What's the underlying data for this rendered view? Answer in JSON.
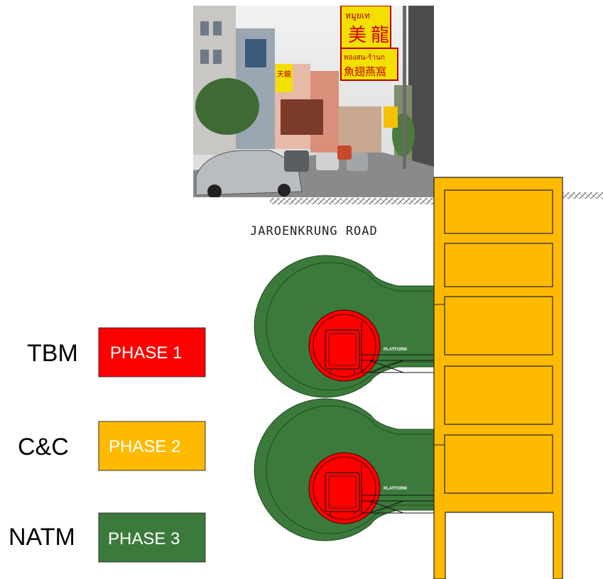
{
  "photo": {
    "signs": [
      "หมูยเท",
      "美",
      "龍",
      "ทองสน-ร้านก",
      "魚翅燕窩",
      "天龍"
    ]
  },
  "road": {
    "label": "JAROENKRUNG ROAD"
  },
  "platforms": [
    {
      "label": "PLATFORM"
    },
    {
      "label": "PLATFORM"
    }
  ],
  "legend": [
    {
      "method": "TBM",
      "phase": "PHASE 1",
      "color": "#ff0000"
    },
    {
      "method": "C&C",
      "phase": "PHASE 2",
      "color": "#ffba00"
    },
    {
      "method": "NATM",
      "phase": "PHASE 3",
      "color": "#3b7a3b"
    }
  ],
  "colors": {
    "tbm": "#ff0000",
    "cut_and_cover": "#ffba00",
    "natm": "#3b7a3b",
    "outline": "#000000"
  }
}
